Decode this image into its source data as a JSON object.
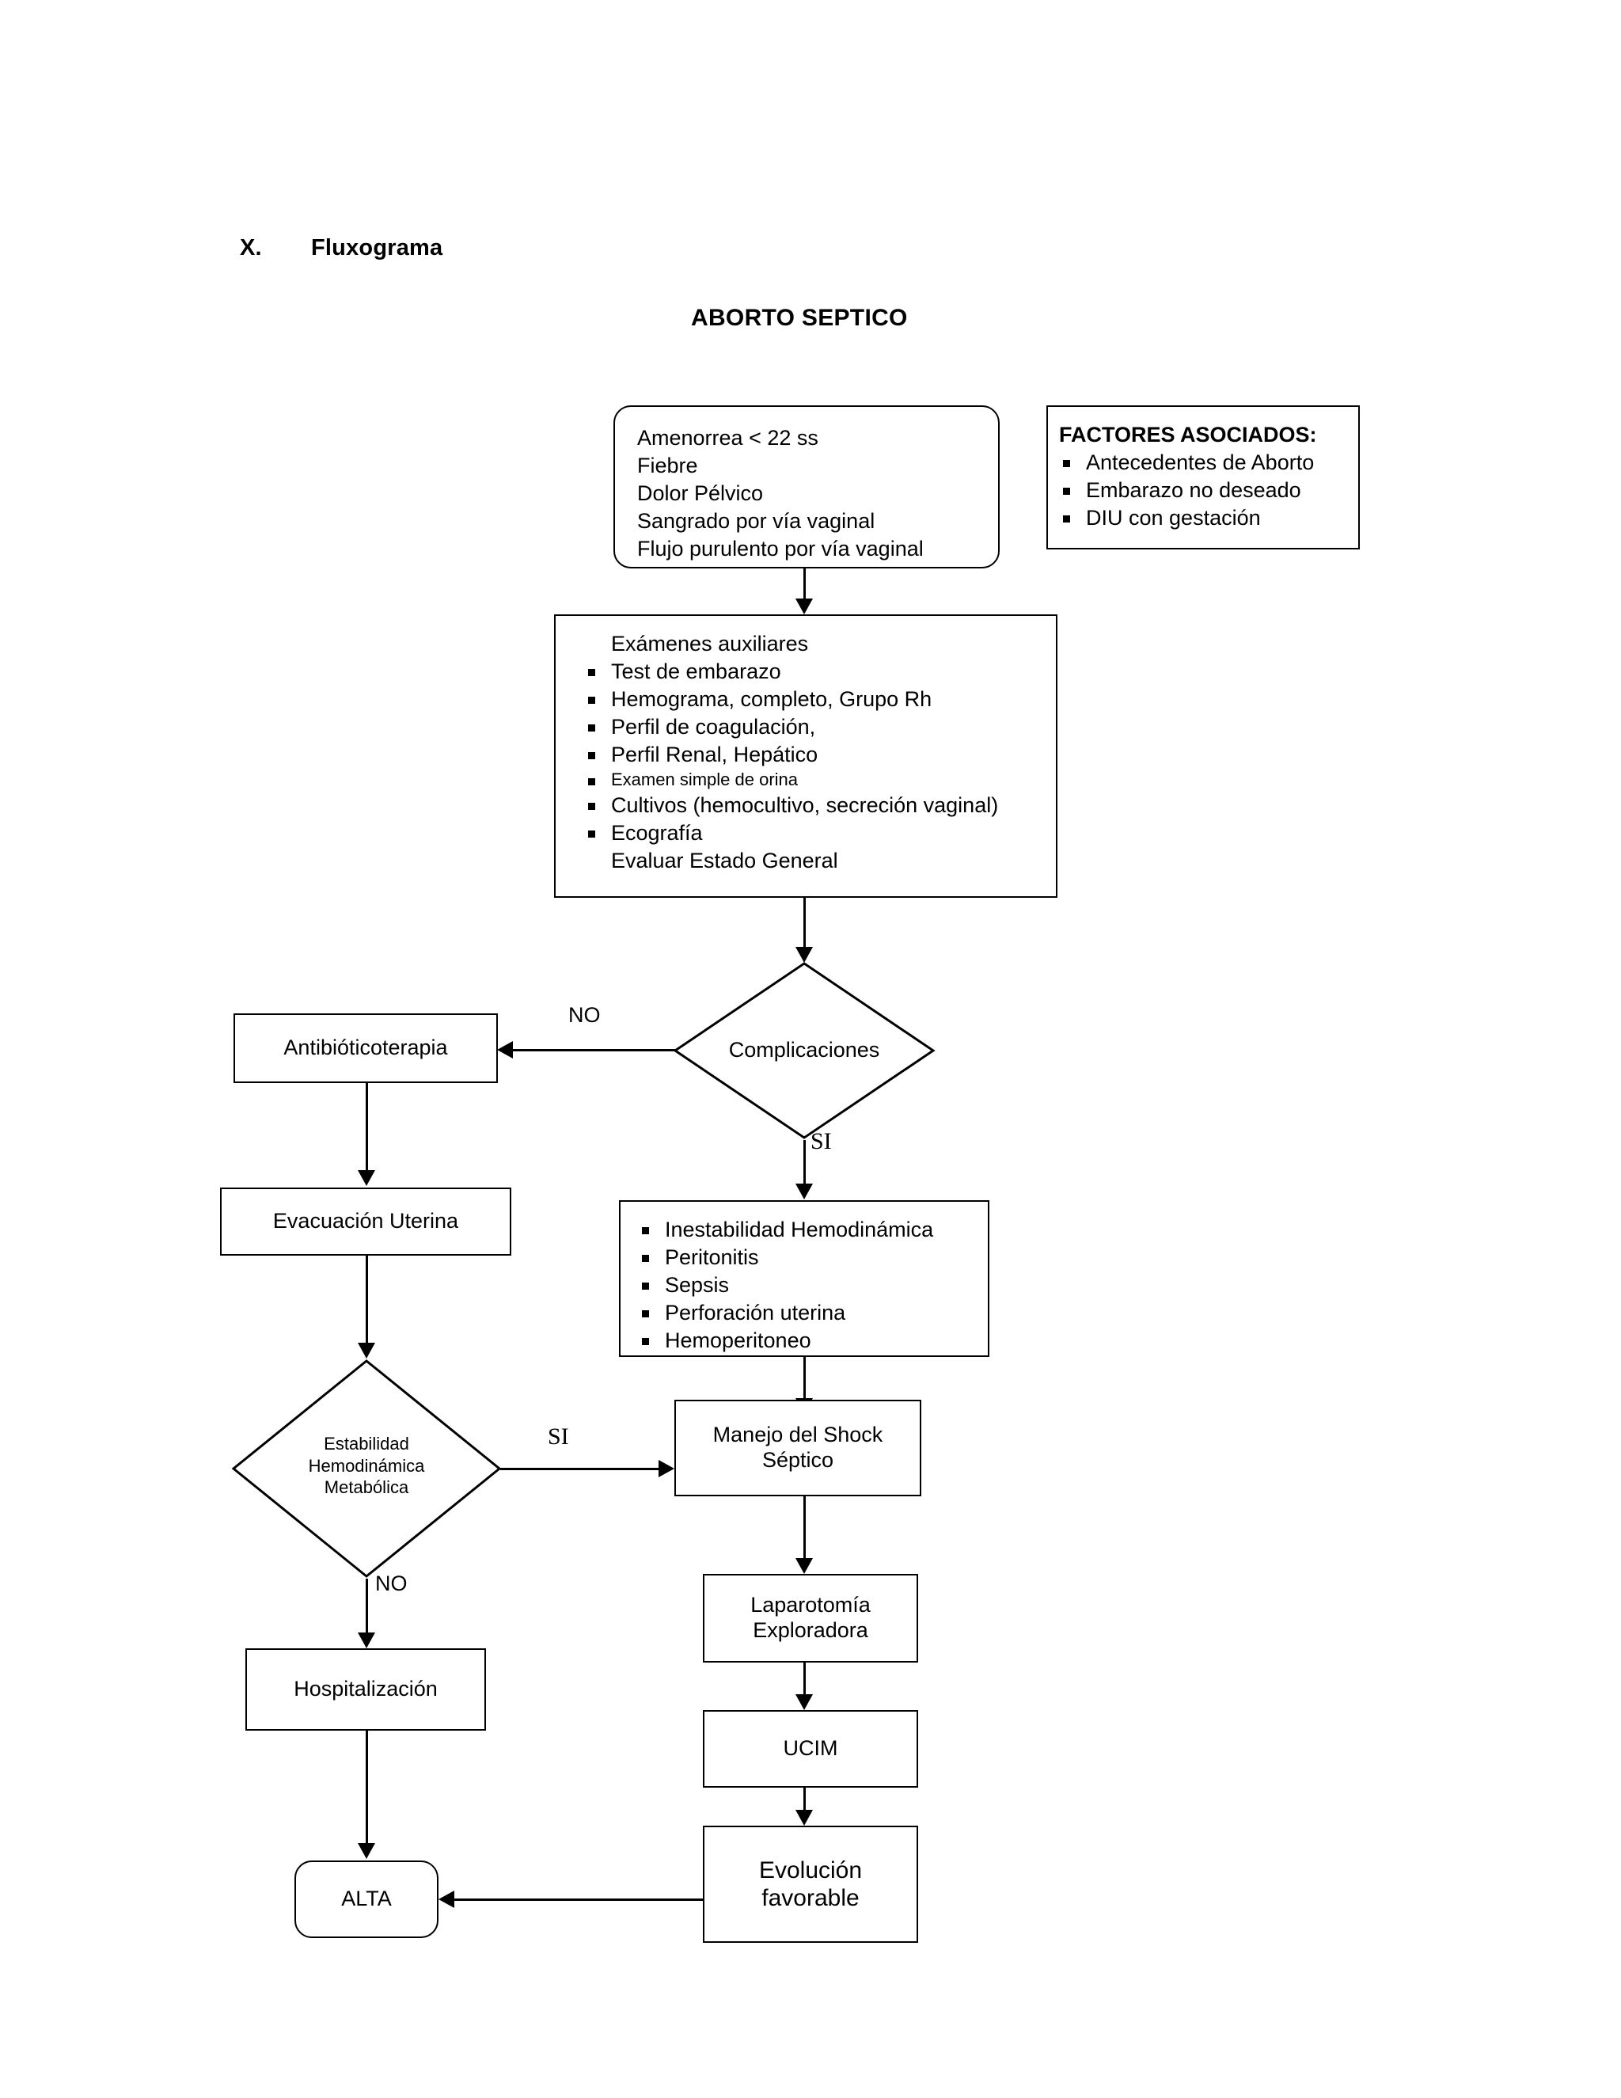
{
  "section": {
    "number": "X.",
    "heading": "Fluxograma"
  },
  "chart_title": "ABORTO SEPTICO",
  "nodes": {
    "symptoms": {
      "name": "symptoms-box",
      "lines": [
        "Amenorrea < 22 ss",
        "Fiebre",
        "Dolor Pélvico",
        "Sangrado por vía vaginal",
        "Flujo purulento por vía vaginal"
      ]
    },
    "factors": {
      "title": "FACTORES ASOCIADOS:",
      "items": [
        "Antecedentes de Aborto",
        "Embarazo no deseado",
        "DIU con gestación"
      ]
    },
    "exams": {
      "title": "Exámenes auxiliares",
      "items": [
        "Test de  embarazo",
        "Hemograma, completo, Grupo Rh",
        "Perfil de coagulación,",
        "Perfil Renal, Hepático",
        "Examen simple de orina",
        "Cultivos (hemocultivo, secreción vaginal)",
        "Ecografía"
      ],
      "footer": "Evaluar Estado General"
    },
    "complications_decision": "Complicaciones",
    "antibiotics": "Antibióticoterapia",
    "uterine_evacuation": "Evacuación Uterina",
    "complications_list": [
      "Inestabilidad Hemodinámica",
      "Peritonitis",
      "Sepsis",
      "Perforación uterina",
      "Hemoperitoneo"
    ],
    "stability_decision": [
      "Estabilidad",
      "Hemodinámica",
      "Metabólica"
    ],
    "shock_management": [
      "Manejo del Shock",
      "Séptico"
    ],
    "laparotomy": [
      "Laparotomía",
      "Exploradora"
    ],
    "ucim": "UCIM",
    "favorable_evolution": [
      "Evolución",
      "favorable"
    ],
    "hospitalization": "Hospitalización",
    "discharge": "ALTA"
  },
  "edge_labels": {
    "complications_no": "NO",
    "complications_si": "SI",
    "stability_si": "SI",
    "stability_no": "NO"
  },
  "colors": {
    "stroke": "#000000",
    "background": "#ffffff",
    "text": "#000000"
  }
}
